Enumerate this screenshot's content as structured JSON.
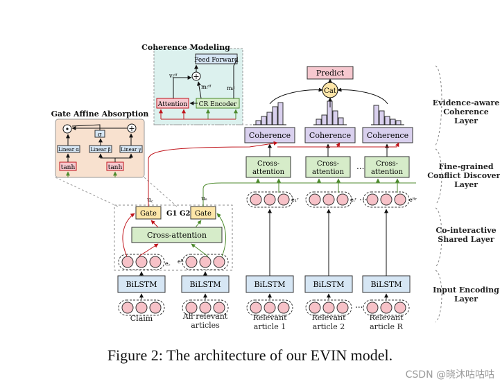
{
  "figure": {
    "caption": "Figure 2: The architecture of our EVIN model.",
    "watermark": "CSDN @晓沐咕咕咕"
  },
  "layers": {
    "evidence": "Evidence-aware Coherence Layer",
    "fine": "Fine-grained Conflict Discovery Layer",
    "coint": "Co-interactive Shared Layer",
    "input": "Input Encoding Layer"
  },
  "coherence_inset": {
    "title": "Coherence Modeling",
    "feed_forward": "Feed Forward",
    "attention": "Attention",
    "cr_encoder": "CR Encoder",
    "v_label": "vᵢᵈᶠ",
    "m_label": "mᵢᵈᶠ",
    "mi_label": "mᵢᶜ"
  },
  "gate_inset": {
    "title": "Gate Affine Absorption",
    "linear_alpha": "Linear α",
    "linear_beta": "Linear β",
    "linear_gamma": "Linear γ",
    "sigma": "σ",
    "tanh1": "tanh",
    "tanh2": "tanh"
  },
  "nodes": {
    "predict": "Predict",
    "cat": "Cat",
    "coherence": "Coherence",
    "cross_attention": "Cross-attention",
    "gate": "Gate",
    "g1": "G1",
    "g2": "G2",
    "bilstm": "BiLSTM",
    "ellipsis": "...",
    "u_c": "u꜀",
    "u_s": "uₛ",
    "e_c": "e꜀",
    "e_r": "eᴿ",
    "e_1": "e₁ʳ",
    "e_i": "eᵢʳ",
    "e_R": "eᴿʳ"
  },
  "inputs": {
    "claim": "Claim",
    "all_rel_1": "All relevant",
    "all_rel_2": "articles",
    "art1_1": "Relevant",
    "art1_2": "article 1",
    "art2_1": "Relevant",
    "art2_2": "article 2",
    "artR_1": "Relevant",
    "artR_2": "article R"
  },
  "colors": {
    "gate_fill": "#fde6a9",
    "cross_fill": "#d6ecc9",
    "coherence_fill": "#d9d0ee",
    "predict_fill": "#f6c8cf",
    "bilstm_fill": "#d6e6f4",
    "token_fill": "#f7c2c8",
    "red_arrow": "#c0141b",
    "green_arrow": "#4c8a2c",
    "gate_inset_bg": "#f8e1cf",
    "coh_inset_bg": "#dcf1ee"
  }
}
